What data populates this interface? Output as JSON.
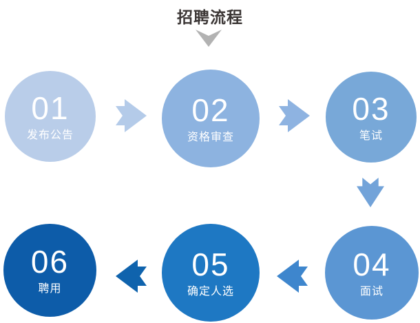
{
  "title": "招聘流程",
  "colors": {
    "background": "#ffffff",
    "title_text": "#3b3635",
    "title_chevron": "#b2b2b2",
    "step_text": "#ffffff"
  },
  "title_chevron_icon": "chevron-down",
  "steps": [
    {
      "number": "01",
      "label": "发布公告",
      "color": "#b9cde9"
    },
    {
      "number": "02",
      "label": "资格审查",
      "color": "#8db3e0"
    },
    {
      "number": "03",
      "label": "笔试",
      "color": "#78a8d8"
    },
    {
      "number": "04",
      "label": "面试",
      "color": "#5b96d3"
    },
    {
      "number": "05",
      "label": "确定人选",
      "color": "#1e78c3"
    },
    {
      "number": "06",
      "label": "聘用",
      "color": "#0d5ca9"
    }
  ],
  "arrows": [
    {
      "from": "01",
      "to": "02",
      "direction": "right",
      "color": "#b4cbe9"
    },
    {
      "from": "02",
      "to": "03",
      "direction": "right",
      "color": "#8eb3e1"
    },
    {
      "from": "03",
      "to": "04",
      "direction": "down",
      "color": "#72a3d9"
    },
    {
      "from": "04",
      "to": "05",
      "direction": "left",
      "color": "#3e86cd"
    },
    {
      "from": "05",
      "to": "06",
      "direction": "left",
      "color": "#0f63ad"
    }
  ]
}
